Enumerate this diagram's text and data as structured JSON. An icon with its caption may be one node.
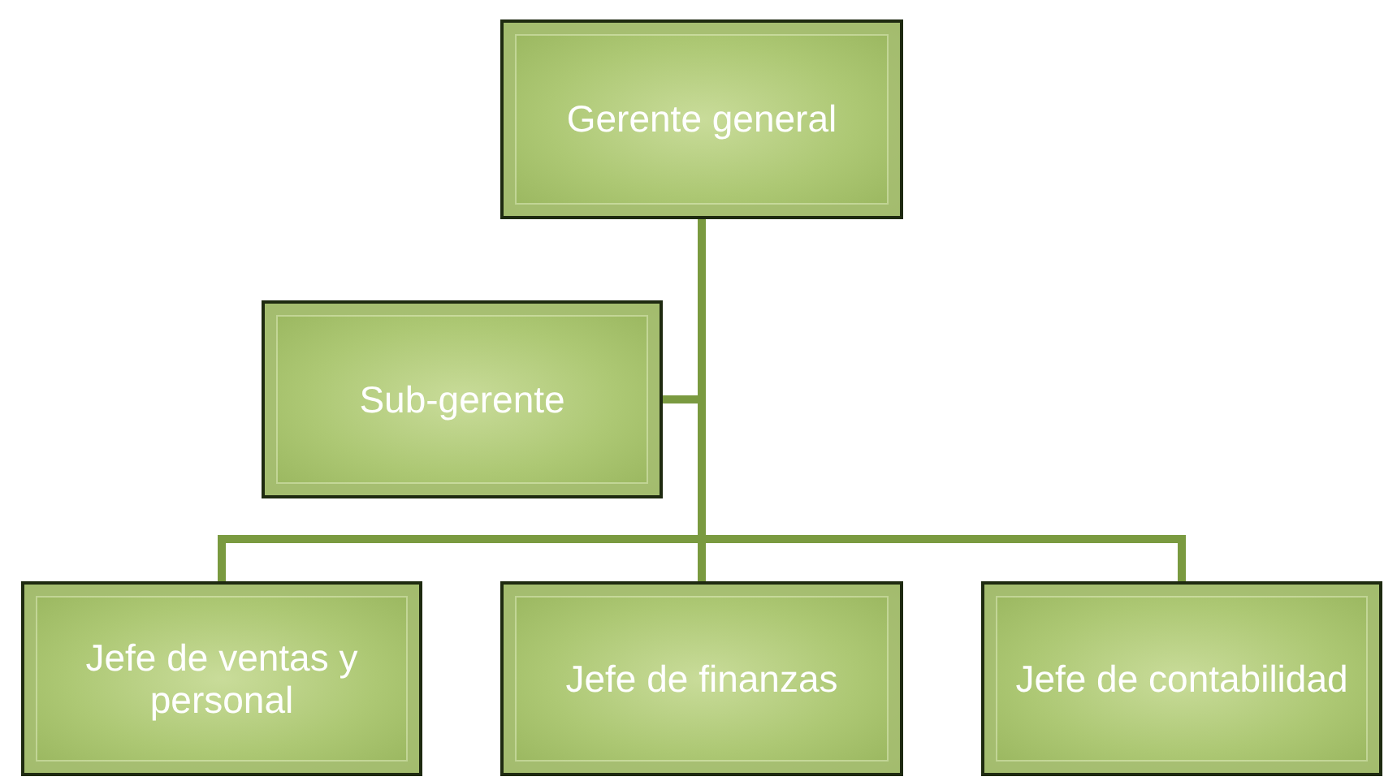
{
  "diagram": {
    "nodes": [
      {
        "text": [
          "Gerente general"
        ]
      },
      {
        "text": [
          "Sub-gerente"
        ]
      },
      {
        "text": [
          "Jefe de ventas y personal"
        ]
      },
      {
        "text": [
          "Jefe de finanzas"
        ]
      },
      {
        "text": [
          "Jefe de contabilidad"
        ]
      }
    ],
    "edges": [
      {
        "from": 0,
        "to": 1,
        "arrow": "none"
      },
      {
        "from": 0,
        "to": 2,
        "arrow": "none"
      },
      {
        "from": 0,
        "to": 3,
        "arrow": "none"
      },
      {
        "from": 0,
        "to": 4,
        "arrow": "none"
      }
    ]
  }
}
